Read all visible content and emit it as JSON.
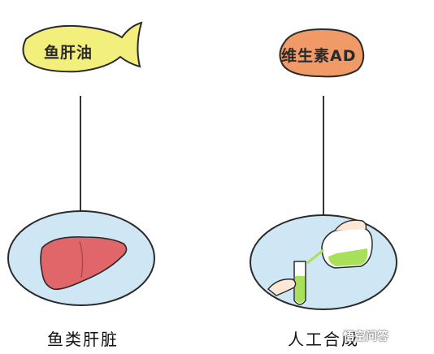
{
  "left": {
    "title": "鱼肝油",
    "caption": "鱼类肝脏"
  },
  "right": {
    "title": "维生素AD",
    "caption": "人工合成"
  },
  "watermark": "悟空问答",
  "colors": {
    "fish_fill": "#f3ef7c",
    "fish_stroke": "#2a2a2a",
    "capsule_fill": "#ef9a67",
    "circle_fill": "#cfe7f4",
    "liver_fill": "#e0666a",
    "liquid": "#a8e05a",
    "line": "#333333"
  }
}
